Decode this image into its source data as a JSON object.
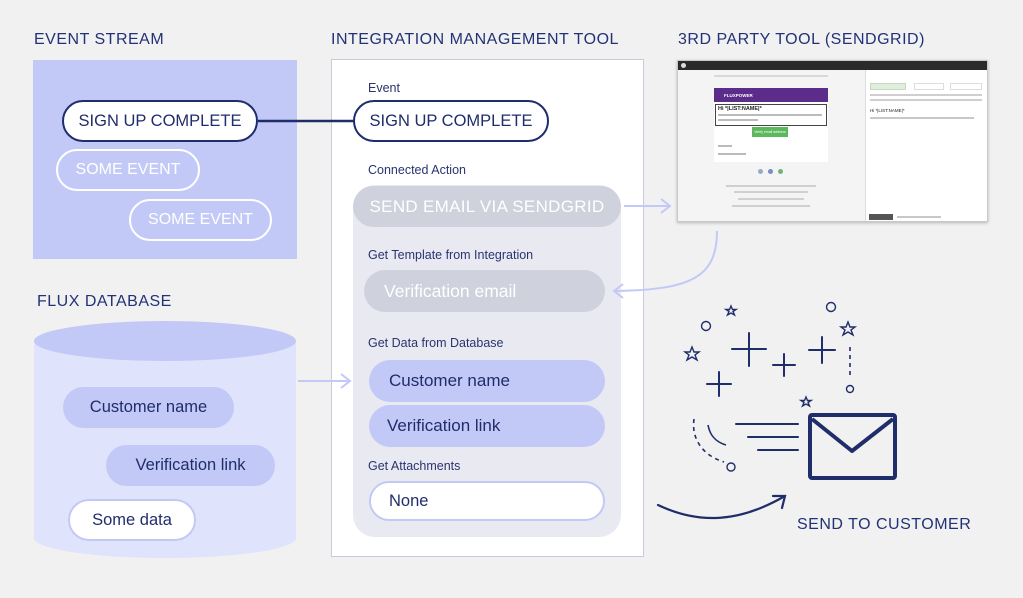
{
  "event_stream": {
    "title": "EVENT STREAM",
    "events": [
      "SIGN UP COMPLETE",
      "SOME EVENT",
      "SOME EVENT"
    ]
  },
  "integration_tool": {
    "title": "INTEGRATION MANAGEMENT TOOL",
    "event_label": "Event",
    "event_value": "SIGN UP COMPLETE",
    "connected_action_label": "Connected Action",
    "connected_action_value": "SEND EMAIL VIA SENDGRID",
    "template_label": "Get Template from Integration",
    "template_value": "Verification email",
    "data_label": "Get Data from Database",
    "data_values": [
      "Customer name",
      "Verification link"
    ],
    "attachments_label": "Get Attachments",
    "attachments_value": "None"
  },
  "third_party": {
    "title": "3RD PARTY TOOL (SENDGRID)",
    "brand": "FLUXPOWER",
    "greeting": "Hi *|LIST:NAME|*",
    "button": "Verify email address",
    "editor_greeting": "Hi *|LIST:NAME|*"
  },
  "database": {
    "title": "FLUX DATABASE",
    "items": [
      "Customer name",
      "Verification link",
      "Some data"
    ]
  },
  "send": {
    "label": "SEND TO CUSTOMER"
  },
  "colors": {
    "navy": "#1f2d6b",
    "lavender": "#c3c9f7",
    "light_lavender": "#dfe3fb",
    "gray_pill": "#cfd1dc",
    "panel": "#e9eaf1"
  }
}
